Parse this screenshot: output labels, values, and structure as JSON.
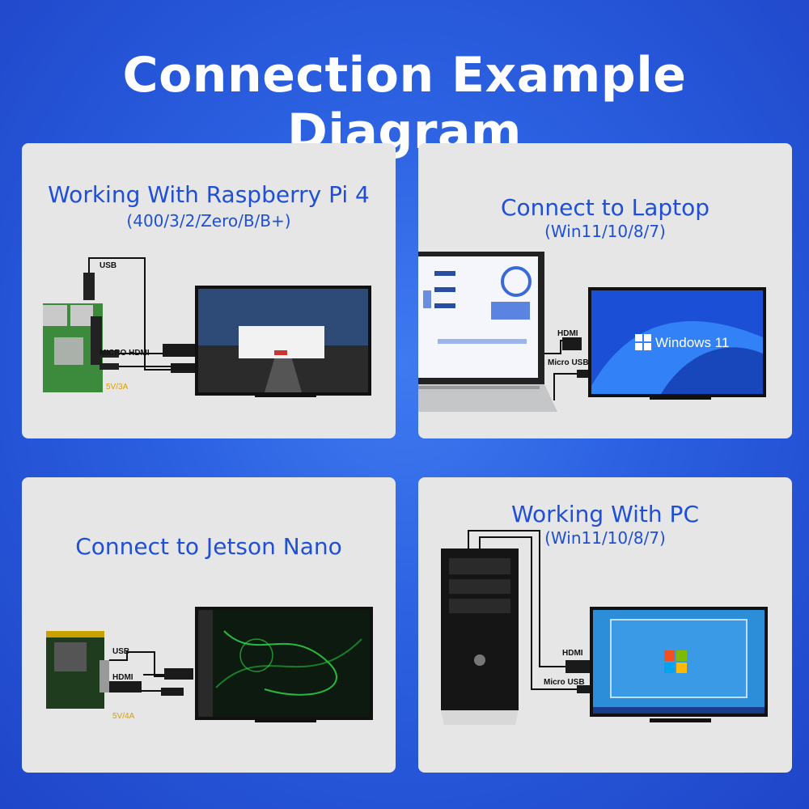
{
  "title": "Connection Example Diagram",
  "cards": [
    {
      "title": "Working With Raspberry Pi 4",
      "subtitle": "(400/3/2/Zero/B/B+)",
      "labels": {
        "usb": "USB",
        "micro_hdmi": "MICRO HDMI",
        "power": "5V/3A"
      }
    },
    {
      "title": "Connect to Laptop",
      "subtitle": "(Win11/10/8/7)",
      "labels": {
        "hdmi": "HDMI",
        "micro_usb": "Micro USB"
      },
      "screen_text": "Windows 11"
    },
    {
      "title": "Connect to Jetson Nano",
      "labels": {
        "usb": "USB",
        "hdmi": "HDMI",
        "power": "5V/4A"
      }
    },
    {
      "title": "Working With PC",
      "subtitle": "(Win11/10/8/7)",
      "labels": {
        "hdmi": "HDMI",
        "micro_usb": "Micro USB"
      }
    }
  ],
  "colors": {
    "background": "#2a5fe0",
    "card": "#e6e6e6",
    "accent": "#1f4fd6"
  }
}
